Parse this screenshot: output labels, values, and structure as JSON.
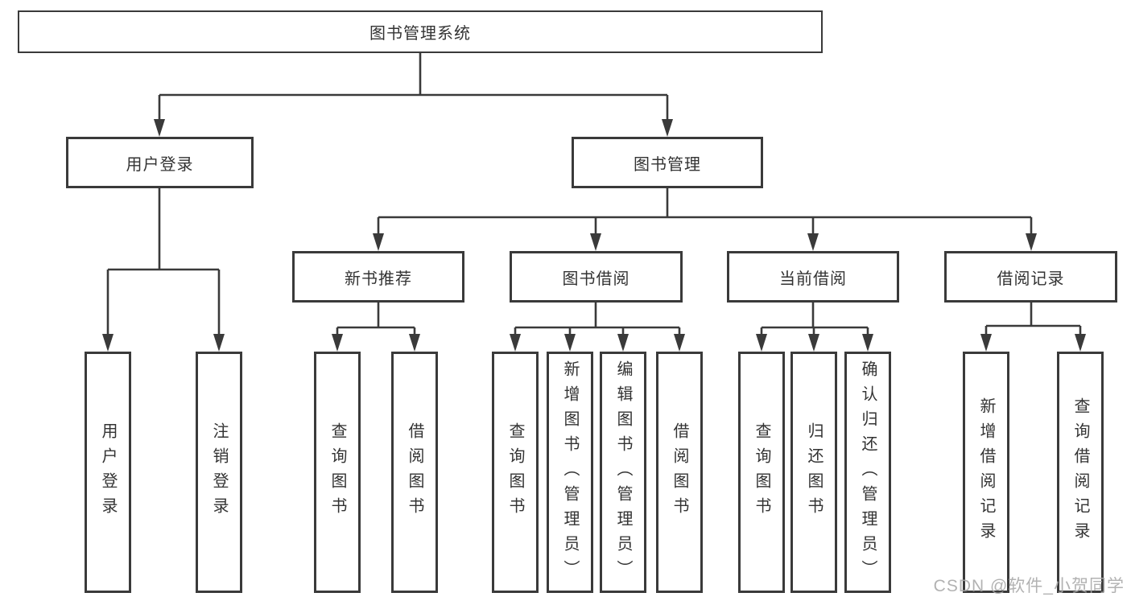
{
  "diagram": {
    "title": "图书管理系统",
    "level2": [
      {
        "label": "用户登录"
      },
      {
        "label": "图书管理"
      }
    ],
    "level3": [
      {
        "label": "新书推荐"
      },
      {
        "label": "图书借阅"
      },
      {
        "label": "当前借阅"
      },
      {
        "label": "借阅记录"
      }
    ],
    "leaves": [
      {
        "label": "用户登录",
        "parent": "用户登录"
      },
      {
        "label": "注销登录",
        "parent": "用户登录"
      },
      {
        "label": "查询图书",
        "parent": "新书推荐"
      },
      {
        "label": "借阅图书",
        "parent": "新书推荐"
      },
      {
        "label": "查询图书",
        "parent": "图书借阅"
      },
      {
        "label": "新增图书（管理员）",
        "parent": "图书借阅"
      },
      {
        "label": "编辑图书（管理员）",
        "parent": "图书借阅"
      },
      {
        "label": "借阅图书",
        "parent": "图书借阅"
      },
      {
        "label": "查询图书",
        "parent": "当前借阅"
      },
      {
        "label": "归还图书",
        "parent": "当前借阅"
      },
      {
        "label": "确认归还（管理员）",
        "parent": "当前借阅"
      },
      {
        "label": "新增借阅记录",
        "parent": "借阅记录"
      },
      {
        "label": "查询借阅记录",
        "parent": "借阅记录"
      }
    ]
  },
  "watermark": {
    "text": "CSDN @软件_小贺同学"
  },
  "colors": {
    "line": "#3a3a3a",
    "text": "#333333",
    "background": "#ffffff",
    "watermark": "#aaaaaa"
  }
}
